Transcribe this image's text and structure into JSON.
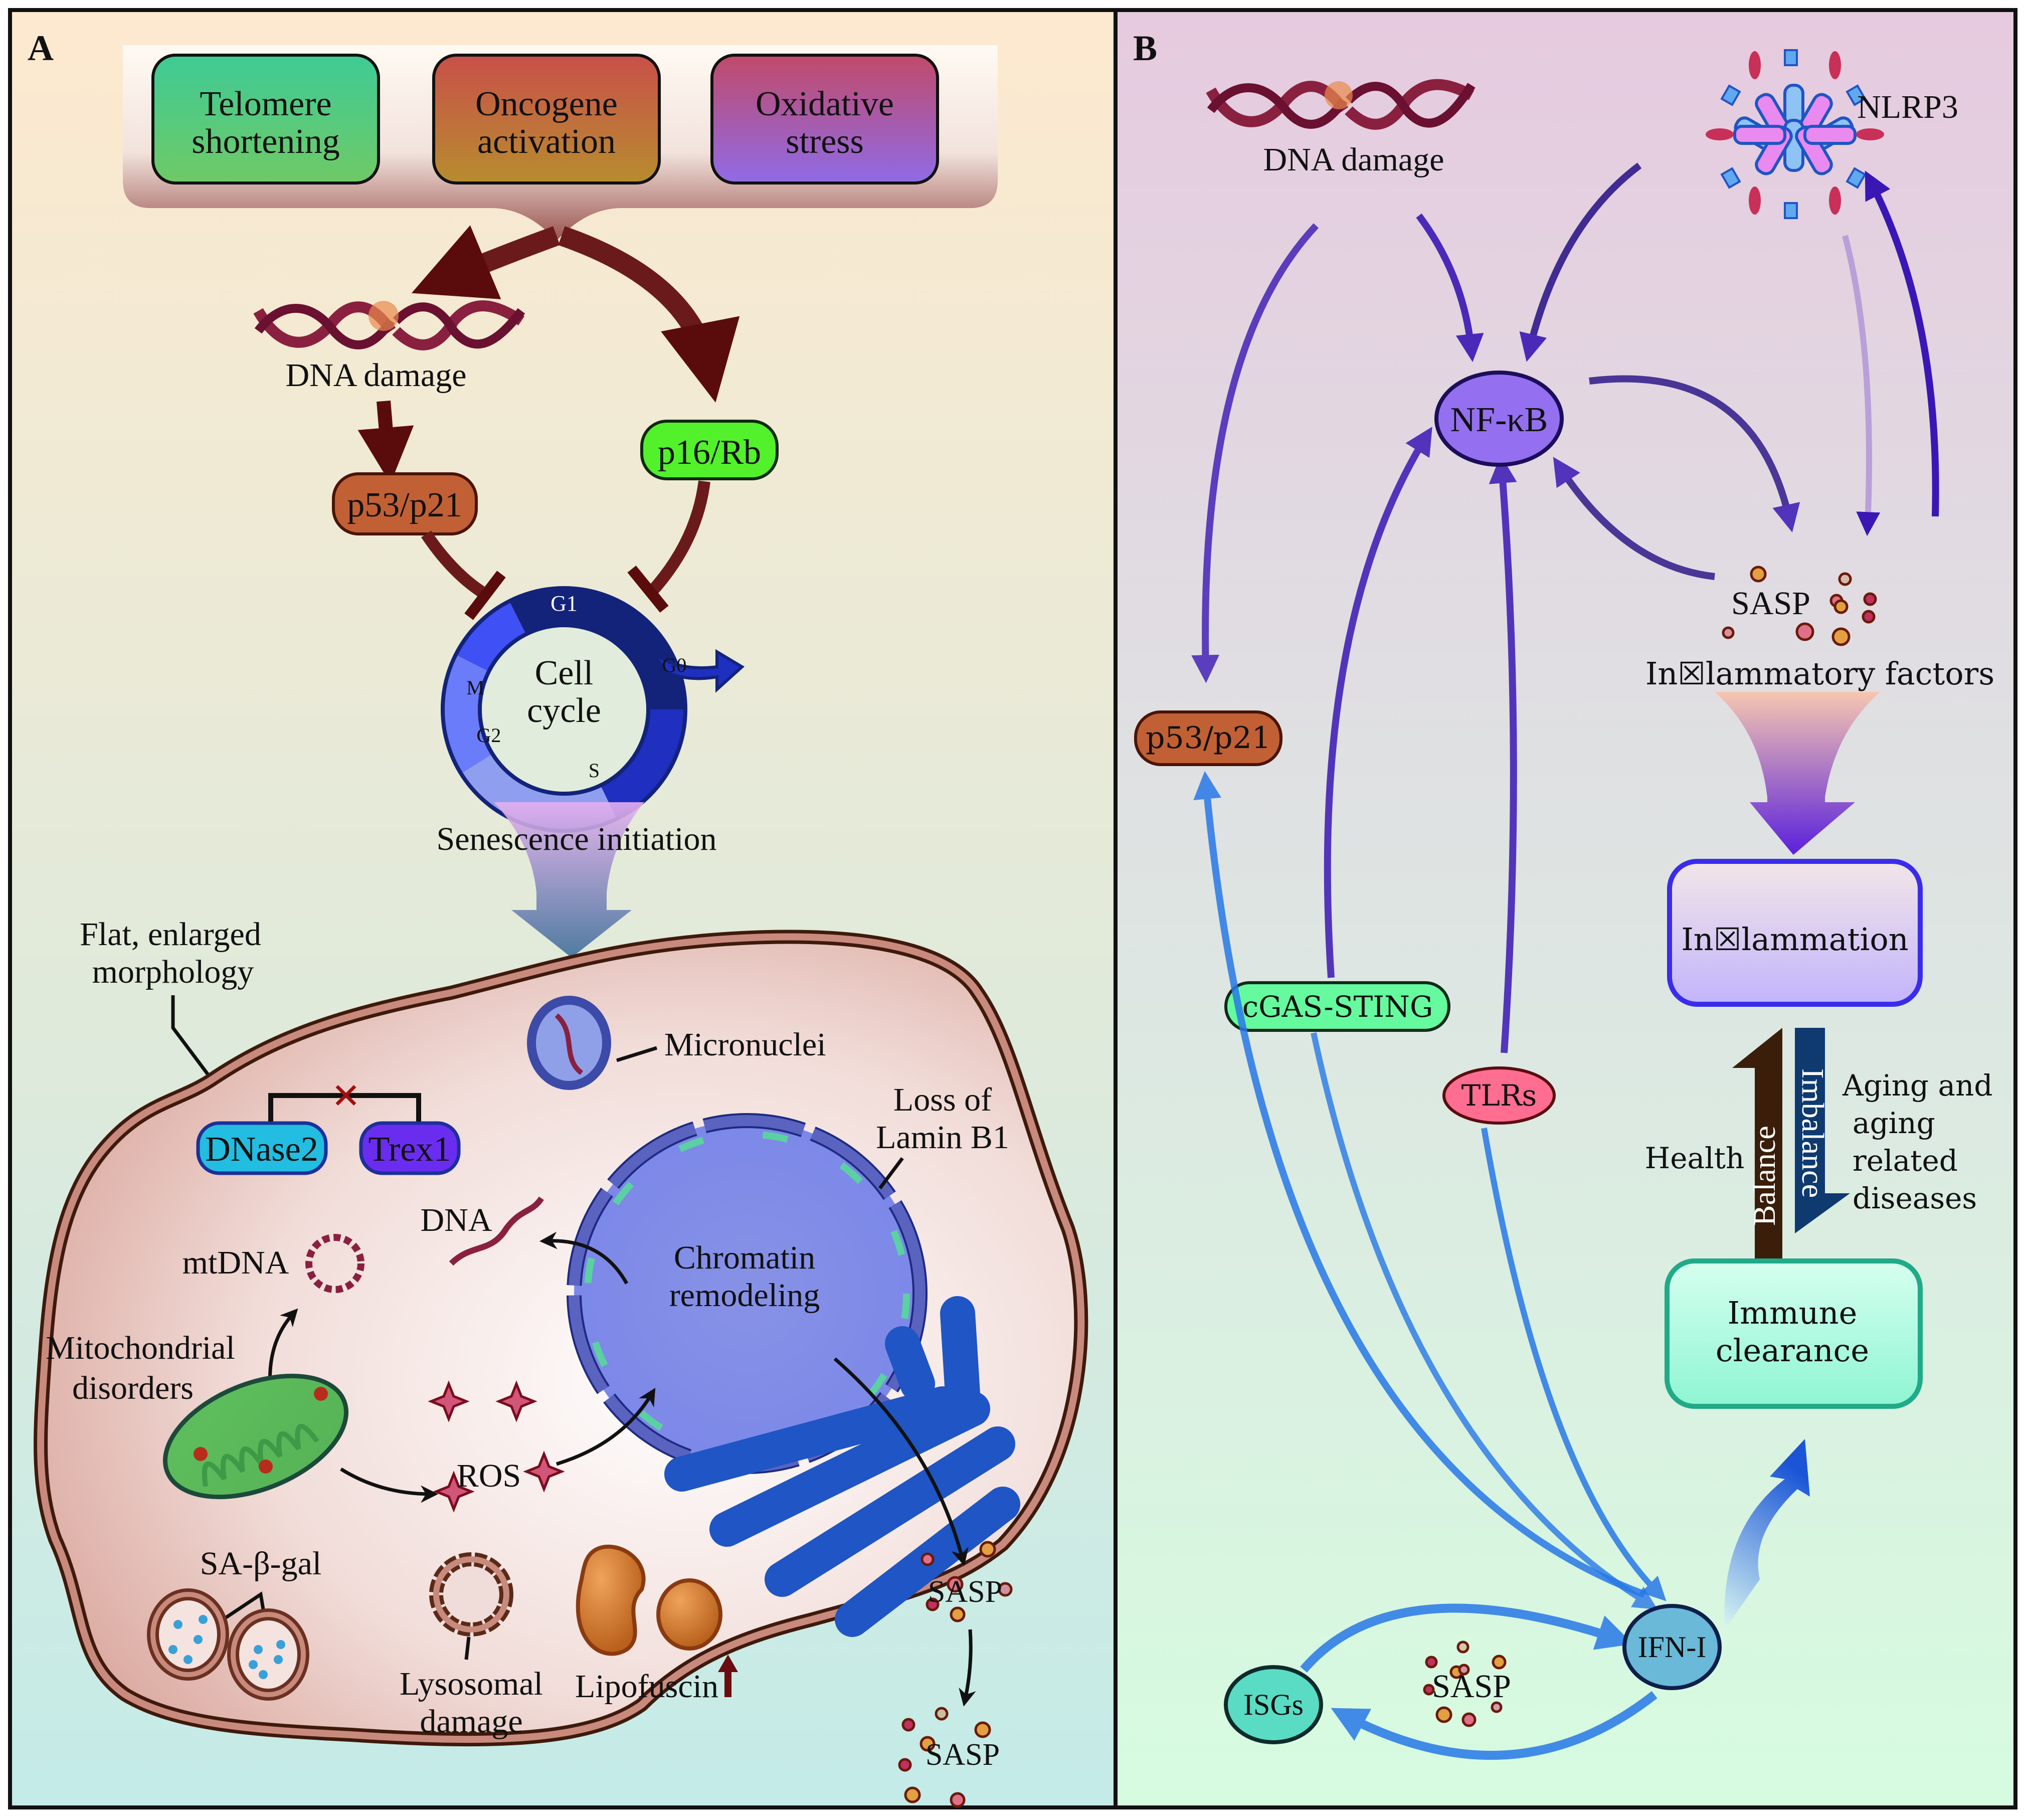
{
  "panel_a": {
    "letter": "A",
    "triggers": [
      {
        "line1": "Telomere",
        "line2": "shortening",
        "color_top": "#3ecb95",
        "color_bottom": "#6fc966"
      },
      {
        "line1": "Oncogene",
        "line2": "activation",
        "color_top": "#c9504a",
        "color_bottom": "#b78c2e"
      },
      {
        "line1": "Oxidative",
        "line2": "stress",
        "color_top": "#c14a6a",
        "color_bottom": "#8f6be6"
      }
    ],
    "dna_damage": "DNA damage",
    "p53": "p53/p21",
    "p16": "p16/Rb",
    "cell_cycle": {
      "line1": "Cell",
      "line2": "cycle",
      "phases": {
        "g1": "G1",
        "m": "M",
        "g2": "G2",
        "s": "S",
        "g0": "G0"
      }
    },
    "senescence": "Senescence initiation",
    "morphology": {
      "line1": "Flat, enlarged",
      "line2": "morphology"
    },
    "dnase2": "DNase2",
    "trex1": "Trex1",
    "micronuclei": "Micronuclei",
    "lamin": {
      "line1": "Loss of",
      "line2": "Lamin B1"
    },
    "dna": "DNA",
    "mtdna": "mtDNA",
    "chromatin": {
      "line1": "Chromatin",
      "line2": "remodeling"
    },
    "mito": {
      "line1": "Mitochondrial",
      "line2": "disorders"
    },
    "ros": "ROS",
    "sagal": "SA-β-gal",
    "lyso": {
      "line1": "Lysosomal",
      "line2": "damage"
    },
    "lipofuscin": "Lipofuscin",
    "sasp_inner": "SASP",
    "sasp_outer": "SASP"
  },
  "panel_b": {
    "letter": "B",
    "dna_damage": "DNA damage",
    "nlrp3": "NLRP3",
    "nfkb": "NF-κB",
    "sasp": "SASP",
    "inflam_factors": "In☒lammatory factors",
    "inflammation": "In☒lammation",
    "p53": "p53/p21",
    "cgas": "cGAS-STING",
    "tlrs": "TLRs",
    "balance": "Balance",
    "imbalance": "Imbalance",
    "health": "Health",
    "aging": [
      "Aging and",
      "aging",
      "related",
      "diseases"
    ],
    "immune": {
      "line1": "Immune",
      "line2": "clearance"
    },
    "ifn": "IFN-I",
    "isgs": "ISGs",
    "sasp_bottom": "SASP"
  }
}
